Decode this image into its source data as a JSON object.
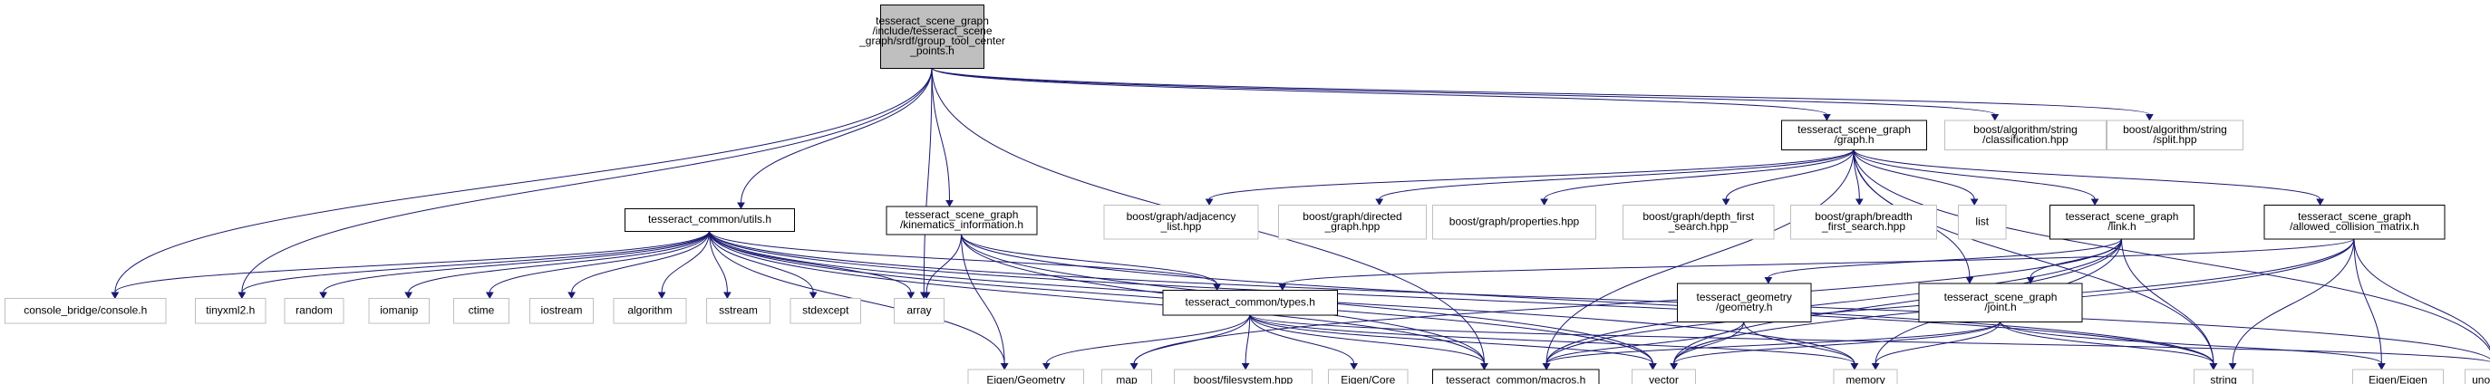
{
  "diagram": {
    "title": "",
    "colors": {
      "root_fill": "#bfbfbf",
      "root_stroke": "#000000",
      "documented_stroke": "#000000",
      "external_stroke": "#bfbfbf",
      "external_text": "#000000",
      "edge": "#191970",
      "background": "#ffffff"
    },
    "nodes": [
      {
        "id": "root",
        "kind": "root",
        "lines": [
          "tesseract_scene_graph",
          "/include/tesseract_scene",
          "_graph/srdf/group_tool_center",
          "_points.h"
        ]
      },
      {
        "id": "utils",
        "kind": "documented",
        "lines": [
          "tesseract_common/utils.h"
        ]
      },
      {
        "id": "kin_info",
        "kind": "documented",
        "lines": [
          "tesseract_scene_graph",
          "/kinematics_information.h"
        ]
      },
      {
        "id": "graph",
        "kind": "documented",
        "lines": [
          "tesseract_scene_graph",
          "/graph.h"
        ]
      },
      {
        "id": "boost_class",
        "kind": "external",
        "lines": [
          "boost/algorithm/string",
          "/classification.hpp"
        ]
      },
      {
        "id": "boost_split",
        "kind": "external",
        "lines": [
          "boost/algorithm/string",
          "/split.hpp"
        ]
      },
      {
        "id": "console",
        "kind": "external",
        "lines": [
          "console_bridge/console.h"
        ]
      },
      {
        "id": "tinyxml2",
        "kind": "external",
        "lines": [
          "tinyxml2.h"
        ]
      },
      {
        "id": "random",
        "kind": "external",
        "lines": [
          "random"
        ]
      },
      {
        "id": "iomanip",
        "kind": "external",
        "lines": [
          "iomanip"
        ]
      },
      {
        "id": "ctime",
        "kind": "external",
        "lines": [
          "ctime"
        ]
      },
      {
        "id": "iostream",
        "kind": "external",
        "lines": [
          "iostream"
        ]
      },
      {
        "id": "algorithm",
        "kind": "external",
        "lines": [
          "algorithm"
        ]
      },
      {
        "id": "sstream",
        "kind": "external",
        "lines": [
          "sstream"
        ]
      },
      {
        "id": "stdexcept",
        "kind": "external",
        "lines": [
          "stdexcept"
        ]
      },
      {
        "id": "array",
        "kind": "external",
        "lines": [
          "array"
        ]
      },
      {
        "id": "types",
        "kind": "documented",
        "lines": [
          "tesseract_common/types.h"
        ]
      },
      {
        "id": "adj_list",
        "kind": "external",
        "lines": [
          "boost/graph/adjacency",
          "_list.hpp"
        ]
      },
      {
        "id": "directed",
        "kind": "external",
        "lines": [
          "boost/graph/directed",
          "_graph.hpp"
        ]
      },
      {
        "id": "properties",
        "kind": "external",
        "lines": [
          "boost/graph/properties.hpp"
        ]
      },
      {
        "id": "dfs",
        "kind": "external",
        "lines": [
          "boost/graph/depth_first",
          "_search.hpp"
        ]
      },
      {
        "id": "bfs",
        "kind": "external",
        "lines": [
          "boost/graph/breadth",
          "_first_search.hpp"
        ]
      },
      {
        "id": "list",
        "kind": "external",
        "lines": [
          "list"
        ]
      },
      {
        "id": "link",
        "kind": "documented",
        "lines": [
          "tesseract_scene_graph",
          "/link.h"
        ]
      },
      {
        "id": "acm",
        "kind": "documented",
        "lines": [
          "tesseract_scene_graph",
          "/allowed_collision_matrix.h"
        ]
      },
      {
        "id": "geometry",
        "kind": "documented",
        "lines": [
          "tesseract_geometry",
          "/geometry.h"
        ]
      },
      {
        "id": "joint",
        "kind": "documented",
        "lines": [
          "tesseract_scene_graph",
          "/joint.h"
        ]
      },
      {
        "id": "eigen_geom",
        "kind": "external",
        "lines": [
          "Eigen/Geometry"
        ]
      },
      {
        "id": "map",
        "kind": "external",
        "lines": [
          "map"
        ]
      },
      {
        "id": "boost_fs",
        "kind": "external",
        "lines": [
          "boost/filesystem.hpp"
        ]
      },
      {
        "id": "eigen_core",
        "kind": "external",
        "lines": [
          "Eigen/Core"
        ]
      },
      {
        "id": "macros",
        "kind": "documented",
        "lines": [
          "tesseract_common/macros.h"
        ]
      },
      {
        "id": "vector",
        "kind": "external",
        "lines": [
          "vector"
        ]
      },
      {
        "id": "memory",
        "kind": "external",
        "lines": [
          "memory"
        ]
      },
      {
        "id": "string",
        "kind": "external",
        "lines": [
          "string"
        ]
      },
      {
        "id": "eigen_eigen",
        "kind": "external",
        "lines": [
          "Eigen/Eigen"
        ]
      },
      {
        "id": "umap",
        "kind": "external",
        "lines": [
          "unordered_map"
        ]
      }
    ],
    "edges": [
      [
        "root",
        "graph"
      ],
      [
        "root",
        "boost_class"
      ],
      [
        "root",
        "boost_split"
      ],
      [
        "root",
        "utils"
      ],
      [
        "root",
        "kin_info"
      ],
      [
        "root",
        "console"
      ],
      [
        "root",
        "tinyxml2"
      ],
      [
        "root",
        "array"
      ],
      [
        "root",
        "macros"
      ],
      [
        "utils",
        "console"
      ],
      [
        "utils",
        "tinyxml2"
      ],
      [
        "utils",
        "random"
      ],
      [
        "utils",
        "iomanip"
      ],
      [
        "utils",
        "ctime"
      ],
      [
        "utils",
        "iostream"
      ],
      [
        "utils",
        "algorithm"
      ],
      [
        "utils",
        "sstream"
      ],
      [
        "utils",
        "stdexcept"
      ],
      [
        "utils",
        "array"
      ],
      [
        "utils",
        "types"
      ],
      [
        "utils",
        "eigen_geom"
      ],
      [
        "utils",
        "macros"
      ],
      [
        "utils",
        "vector"
      ],
      [
        "utils",
        "string"
      ],
      [
        "utils",
        "umap"
      ],
      [
        "utils",
        "memory"
      ],
      [
        "kin_info",
        "array"
      ],
      [
        "kin_info",
        "types"
      ],
      [
        "kin_info",
        "eigen_geom"
      ],
      [
        "kin_info",
        "macros"
      ],
      [
        "kin_info",
        "vector"
      ],
      [
        "kin_info",
        "string"
      ],
      [
        "graph",
        "adj_list"
      ],
      [
        "graph",
        "directed"
      ],
      [
        "graph",
        "properties"
      ],
      [
        "graph",
        "dfs"
      ],
      [
        "graph",
        "bfs"
      ],
      [
        "graph",
        "list"
      ],
      [
        "graph",
        "link"
      ],
      [
        "graph",
        "acm"
      ],
      [
        "graph",
        "joint"
      ],
      [
        "graph",
        "macros"
      ],
      [
        "graph",
        "string"
      ],
      [
        "graph",
        "umap"
      ],
      [
        "link",
        "map"
      ],
      [
        "link",
        "geometry"
      ],
      [
        "link",
        "joint"
      ],
      [
        "link",
        "macros"
      ],
      [
        "link",
        "vector"
      ],
      [
        "link",
        "memory"
      ],
      [
        "link",
        "string"
      ],
      [
        "acm",
        "types"
      ],
      [
        "acm",
        "macros"
      ],
      [
        "acm",
        "vector"
      ],
      [
        "acm",
        "string"
      ],
      [
        "acm",
        "umap"
      ],
      [
        "acm",
        "eigen_eigen"
      ],
      [
        "types",
        "eigen_geom"
      ],
      [
        "types",
        "map"
      ],
      [
        "types",
        "boost_fs"
      ],
      [
        "types",
        "eigen_core"
      ],
      [
        "types",
        "macros"
      ],
      [
        "types",
        "vector"
      ],
      [
        "types",
        "memory"
      ],
      [
        "types",
        "umap"
      ],
      [
        "geometry",
        "macros"
      ],
      [
        "geometry",
        "vector"
      ],
      [
        "geometry",
        "memory"
      ],
      [
        "joint",
        "macros"
      ],
      [
        "joint",
        "vector"
      ],
      [
        "joint",
        "memory"
      ],
      [
        "joint",
        "string"
      ],
      [
        "joint",
        "eigen_eigen"
      ]
    ]
  }
}
